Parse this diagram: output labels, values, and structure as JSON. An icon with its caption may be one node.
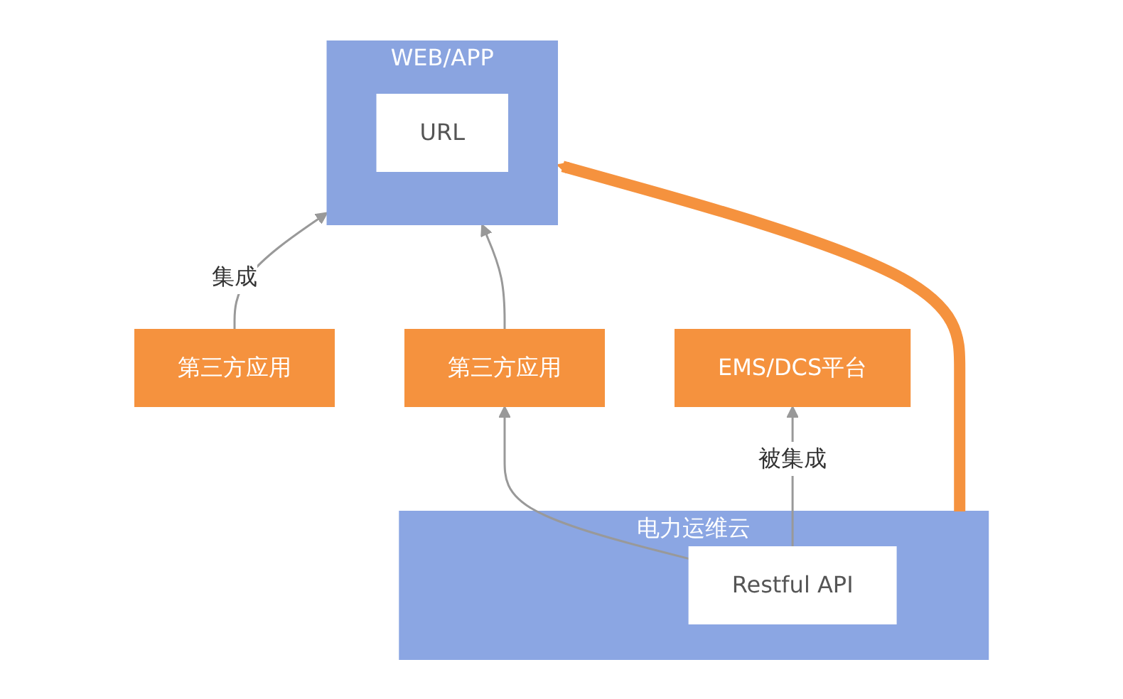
{
  "diagram": {
    "nodes": [
      {
        "text": [
          "WEB/APP"
        ]
      },
      {
        "text": [
          "URL"
        ],
        "in": 0
      },
      {
        "text": [
          "第三方应用"
        ]
      },
      {
        "text": [
          "第三方应用"
        ]
      },
      {
        "text": [
          "EMS/DCS平台"
        ]
      },
      {
        "text": [
          "电力运维云"
        ]
      },
      {
        "text": [
          "Restful API"
        ],
        "in": 5
      }
    ],
    "edges": [
      {
        "from": 2,
        "to": 0,
        "arrow": "to",
        "label": "集成"
      },
      {
        "from": 3,
        "to": 0,
        "arrow": "to"
      },
      {
        "from": 5,
        "to": 0,
        "arrow": "to",
        "style": "thick",
        "color": "#f5923e"
      },
      {
        "from": 6,
        "to": 3,
        "arrow": "to"
      },
      {
        "from": 6,
        "to": 4,
        "arrow": "to",
        "label": "被集成"
      }
    ]
  }
}
